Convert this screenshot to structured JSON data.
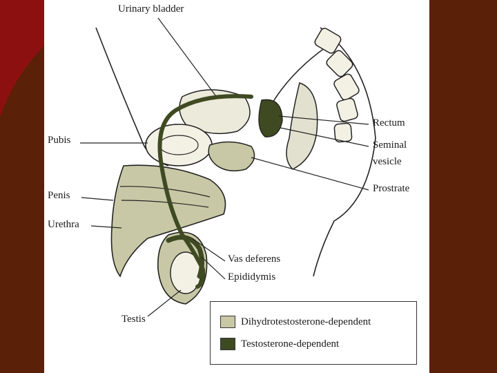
{
  "colors": {
    "slide_background": "#5a2008",
    "slide_accent": "#8c1010",
    "dht_fill": "#c9c8a6",
    "testosterone_fill": "#3f4a22",
    "line": "#222222"
  },
  "labels": {
    "urinary_bladder": "Urinary bladder",
    "rectum": "Rectum",
    "seminal_vesicle_line1": "Seminal",
    "seminal_vesicle_line2": "vesicle",
    "pubis": "Pubis",
    "prostrate": "Prostrate",
    "penis": "Penis",
    "urethra": "Urethra",
    "vas_deferens": "Vas deferens",
    "epididymis": "Epididymis",
    "testis": "Testis"
  },
  "legend": {
    "items": [
      {
        "label": "Dihydrotestosterone-dependent",
        "color": "#c9c8a6"
      },
      {
        "label": "Testosterone-dependent",
        "color": "#3f4a22"
      }
    ]
  }
}
